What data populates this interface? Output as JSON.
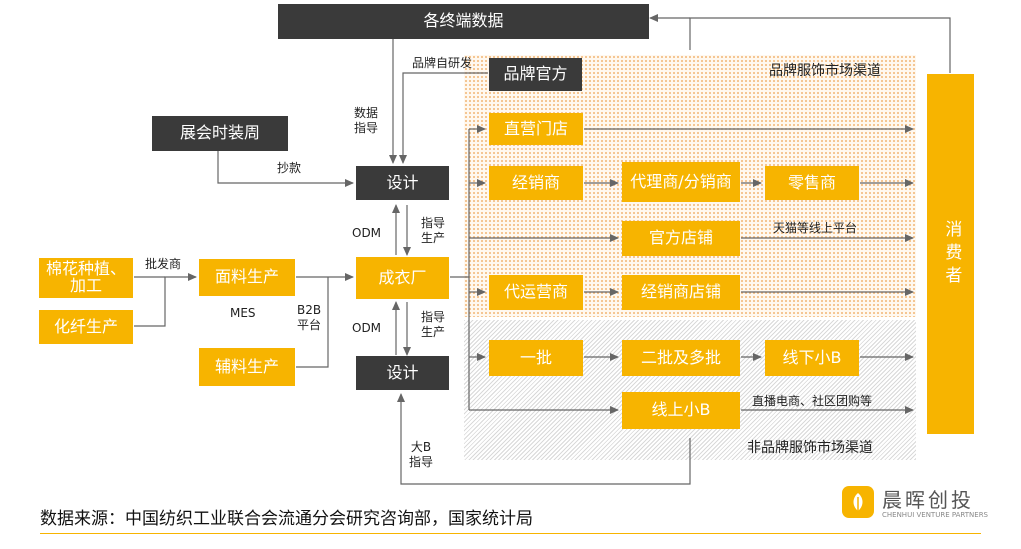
{
  "colors": {
    "accent": "#F7B400",
    "dark": "#3A3A3A",
    "line": "#555555"
  },
  "nodes": {
    "terminal_data": "各终端数据",
    "brand_official": "品牌官方",
    "fashion_week": "展会时装周",
    "design_top": "设计",
    "design_bottom": "设计",
    "garment_factory": "成衣厂",
    "cotton": "棉花种植、加工",
    "chemical_fiber": "化纤生产",
    "fabric": "面料生产",
    "accessories": "辅料生产",
    "direct_store": "直营门店",
    "dealer": "经销商",
    "agent": "代理商/分销商",
    "retailer": "零售商",
    "official_shop": "官方店铺",
    "tp_operator": "代运营商",
    "dealer_shop": "经销商店铺",
    "first_batch": "一批",
    "second_batch": "二批及多批",
    "offline_small_b": "线下小B",
    "online_small_b": "线上小B",
    "consumer": "消费者"
  },
  "labels": {
    "brand_rd": "品牌自研发",
    "data_guide": "数据\n指导",
    "copy_style": "抄款",
    "wholesaler": "批发商",
    "mes": "MES",
    "b2b": "B2B\n平台",
    "odm_top": "ODM",
    "odm_bottom": "ODM",
    "guide_top": "指导\n生产",
    "guide_bottom": "指导\n生产",
    "big_b": "大B\n指导",
    "tmall": "天猫等线上平台",
    "live": "直播电商、社区团购等"
  },
  "regions": {
    "brand_channel": "品牌服饰市场渠道",
    "non_brand_channel": "非品牌服饰市场渠道"
  },
  "source": "数据来源：中国纺织工业联合会流通分会研究咨询部，国家统计局",
  "logo": {
    "cn": "晨晖创投",
    "en": "CHENHUI VENTURE PARTNERS"
  }
}
